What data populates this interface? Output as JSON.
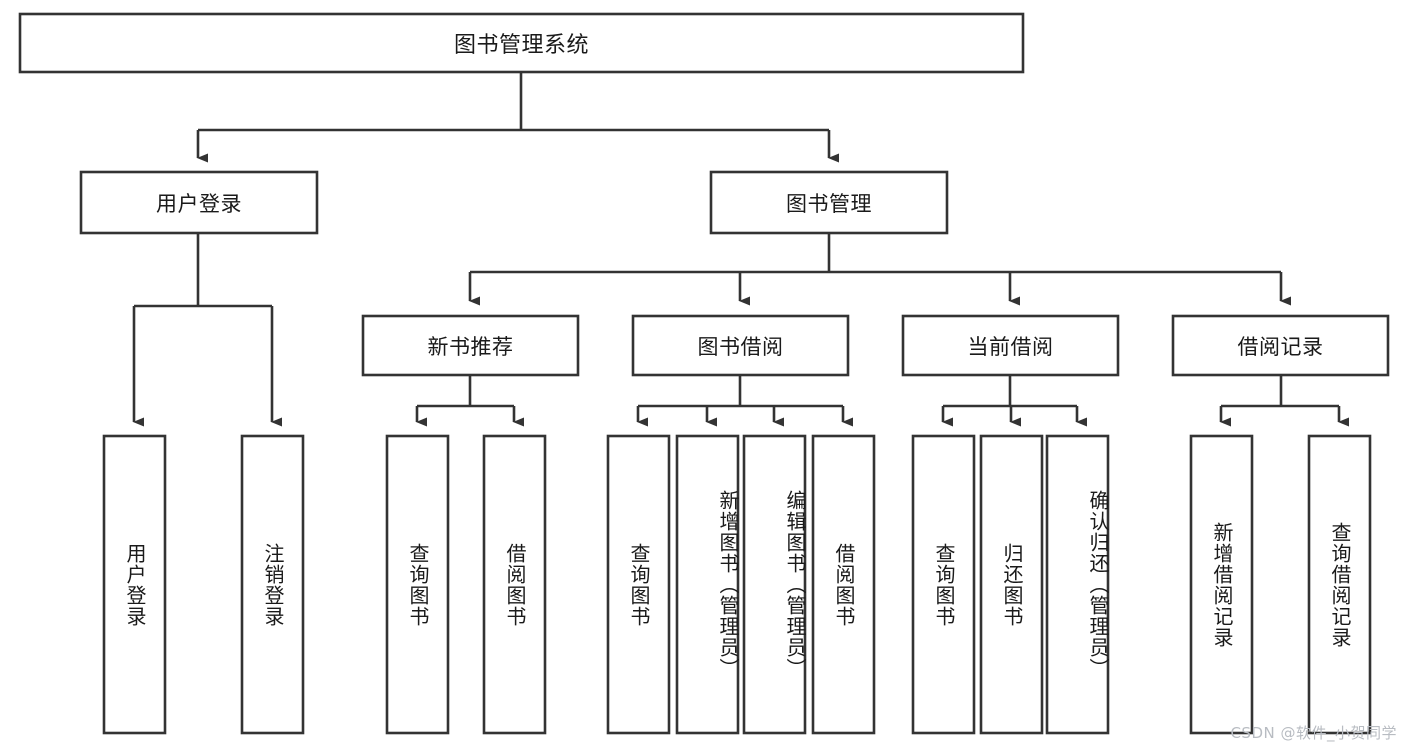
{
  "diagram": {
    "title": "图书管理系统",
    "type": "hierarchy-tree",
    "watermark": "CSDN @软件_小贺同学",
    "colors": {
      "box_stroke": "#333333",
      "box_fill": "#ffffff",
      "connector": "#333333",
      "text": "#1a1a1a",
      "watermark": "#b8bcc2"
    },
    "levels": {
      "root": {
        "label": "图书管理系统"
      },
      "level2": [
        {
          "label": "用户登录"
        },
        {
          "label": "图书管理"
        }
      ],
      "level3": [
        {
          "label": "新书推荐"
        },
        {
          "label": "图书借阅"
        },
        {
          "label": "当前借阅"
        },
        {
          "label": "借阅记录"
        }
      ],
      "leaves": {
        "user_login": [
          {
            "label": "用户登录"
          },
          {
            "label": "注销登录"
          }
        ],
        "new_book_recommend": [
          {
            "label": "查询图书"
          },
          {
            "label": "借阅图书"
          }
        ],
        "book_borrow": [
          {
            "label": "查询图书"
          },
          {
            "label": "新增图书（管理员）"
          },
          {
            "label": "编辑图书（管理员）"
          },
          {
            "label": "借阅图书"
          }
        ],
        "current_borrow": [
          {
            "label": "查询图书"
          },
          {
            "label": "归还图书"
          },
          {
            "label": "确认归还（管理员）"
          }
        ],
        "borrow_record": [
          {
            "label": "新增借阅记录"
          },
          {
            "label": "查询借阅记录"
          }
        ]
      }
    }
  }
}
